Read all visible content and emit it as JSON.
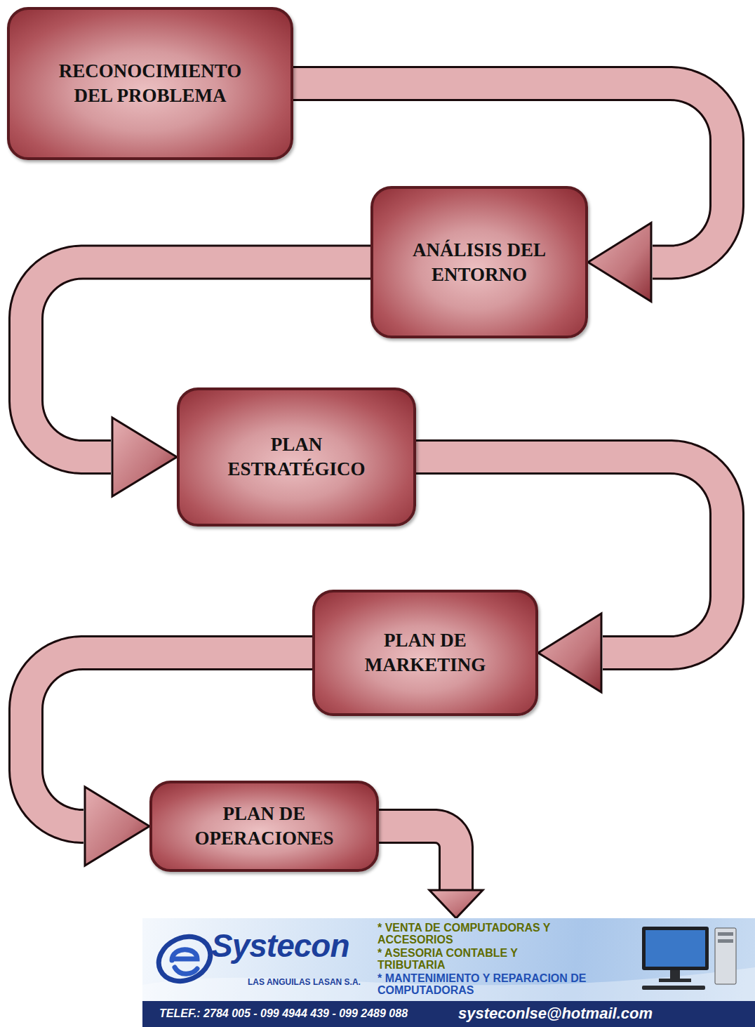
{
  "diagram": {
    "nodes": [
      {
        "text": [
          "RECONOCIMIENTO DEL PROBLEMA"
        ]
      },
      {
        "text": [
          "ANÁLISIS DEL ENTORNO"
        ]
      },
      {
        "text": [
          "PLAN ESTRATÉGICO"
        ]
      },
      {
        "text": [
          "PLAN DE MARKETING"
        ]
      },
      {
        "text": [
          "PLAN DE OPERACIONES"
        ]
      },
      {
        "text": [
          "Systecon",
          "LAS ANGUILAS LASAN S.A.",
          "* VENTA DE COMPUTADORAS Y ACCESORIOS",
          "* ASESORIA CONTABLE Y TRIBUTARIA",
          "* MANTENIMIENTO Y REPARACION DE COMPUTADORAS",
          "TELEF.: 2784 005 - 099 4944 439 - 099 2489 088",
          "systeconlse@hotmail.com"
        ]
      }
    ],
    "edges": [
      {
        "from": 0,
        "to": 1,
        "arrow": "to"
      },
      {
        "from": 1,
        "to": 2,
        "arrow": "to"
      },
      {
        "from": 2,
        "to": 3,
        "arrow": "to"
      },
      {
        "from": 3,
        "to": 4,
        "arrow": "to"
      },
      {
        "from": 4,
        "to": 5,
        "arrow": "to"
      }
    ]
  }
}
